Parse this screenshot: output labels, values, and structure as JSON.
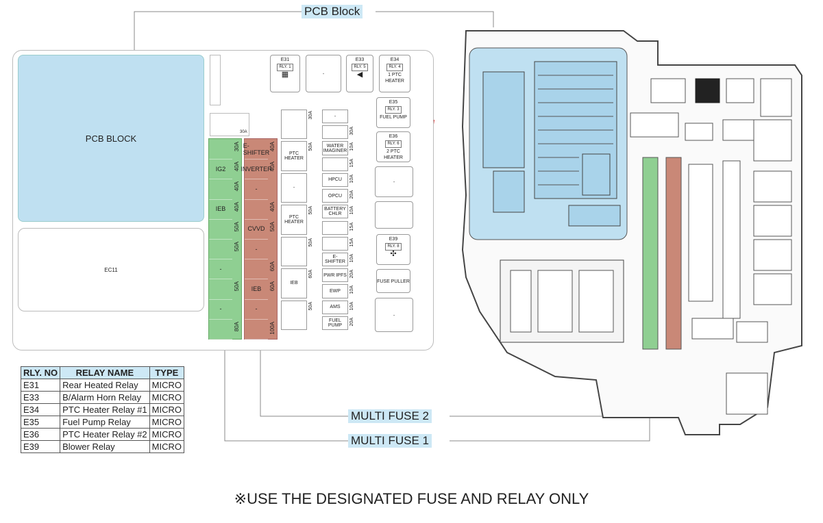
{
  "callouts": {
    "pcb_block": "PCB Block",
    "multi_fuse_2": "MULTI FUSE 2",
    "multi_fuse_1": "MULTI FUSE 1"
  },
  "panel": {
    "pcb_label": "PCB BLOCK",
    "ec11_label": "EC11",
    "small_fuse": "30A",
    "mf1_cells": [
      {
        "label": "",
        "amp": "30A"
      },
      {
        "label": "IG2",
        "amp": "40A"
      },
      {
        "label": "",
        "amp": "40A"
      },
      {
        "label": "IEB",
        "amp": "40A"
      },
      {
        "label": "",
        "amp": "50A"
      },
      {
        "label": "",
        "amp": "50A"
      },
      {
        "label": "-",
        "amp": ""
      },
      {
        "label": "",
        "amp": "50A"
      },
      {
        "label": "-",
        "amp": ""
      },
      {
        "label": "",
        "amp": "80A"
      }
    ],
    "mf2_cells": [
      {
        "label": "E-SHIFTER",
        "amp": "40A"
      },
      {
        "label": "INVERTER",
        "amp": "40A"
      },
      {
        "label": "-",
        "amp": ""
      },
      {
        "label": "",
        "amp": "40A"
      },
      {
        "label": "CVVD",
        "amp": "50A"
      },
      {
        "label": "-",
        "amp": ""
      },
      {
        "label": "",
        "amp": "60A"
      },
      {
        "label": "IEB",
        "amp": "60A"
      },
      {
        "label": "-",
        "amp": ""
      },
      {
        "label": "",
        "amp": "100A"
      }
    ],
    "col3": [
      {
        "label": "",
        "amp": "30A"
      },
      {
        "label": "PTC HEATER",
        "amp": "50A"
      },
      {
        "label": "-",
        "amp": ""
      },
      {
        "label": "PTC HEATER",
        "amp": "50A"
      },
      {
        "label": "",
        "amp": "50A"
      },
      {
        "label": "IEB",
        "amp": "60A"
      },
      {
        "label": "",
        "amp": "50A"
      }
    ],
    "col4": [
      {
        "label": "-",
        "amp": ""
      },
      {
        "label": "",
        "amp": "30A"
      },
      {
        "label": "WATER IMAGINER",
        "amp": "10A"
      },
      {
        "label": "",
        "amp": "15A"
      },
      {
        "label": "HPCU",
        "amp": "10A"
      },
      {
        "label": "OPCU",
        "amp": "20A"
      },
      {
        "label": "BATTERY CHLR",
        "amp": "10A"
      },
      {
        "label": "",
        "amp": "15A"
      },
      {
        "label": "",
        "amp": "15A"
      },
      {
        "label": "E-SHIFTER",
        "amp": "10A"
      },
      {
        "label": "PWR IPFS",
        "amp": "20A"
      },
      {
        "label": "EWP",
        "amp": "10A"
      },
      {
        "label": "AMS",
        "amp": "10A"
      },
      {
        "label": "FUEL PUMP",
        "amp": "20A"
      }
    ],
    "relays": [
      {
        "id": "E31",
        "rly": "RLY. 1",
        "txt": "",
        "icon": "rear-heated-icon"
      },
      {
        "id": "-",
        "rly": "",
        "txt": "",
        "icon": ""
      },
      {
        "id": "E33",
        "rly": "RLY. 5",
        "txt": "",
        "icon": "horn-icon"
      },
      {
        "id": "E34",
        "rly": "RLY. 4",
        "txt": "1 PTC HEATER",
        "icon": ""
      },
      {
        "id": "E35",
        "rly": "RLY. 3",
        "txt": "FUEL PUMP",
        "icon": ""
      },
      {
        "id": "E36",
        "rly": "RLY. 6",
        "txt": "2 PTC HEATER",
        "icon": ""
      },
      {
        "id": "E39",
        "rly": "RLY. 8",
        "txt": "",
        "icon": "fan-icon"
      }
    ],
    "fuse_puller": "FUSE PULLER",
    "dash": "-"
  },
  "table": {
    "headers": [
      "RLY. NO",
      "RELAY NAME",
      "TYPE"
    ],
    "rows": [
      [
        "E31",
        "Rear Heated Relay",
        "MICRO"
      ],
      [
        "E33",
        "B/Alarm Horn Relay",
        "MICRO"
      ],
      [
        "E34",
        "PTC Heater Relay #1",
        "MICRO"
      ],
      [
        "E35",
        "Fuel Pump Relay",
        "MICRO"
      ],
      [
        "E36",
        "PTC Heater Relay #2",
        "MICRO"
      ],
      [
        "E39",
        "Blower Relay",
        "MICRO"
      ]
    ]
  },
  "note": "※USE THE DESIGNATED FUSE AND RELAY ONLY",
  "colors": {
    "pcb": "#bfe0f1",
    "mf1": "#8fcf92",
    "mf2": "#c98877",
    "arrow": "#d62020"
  }
}
